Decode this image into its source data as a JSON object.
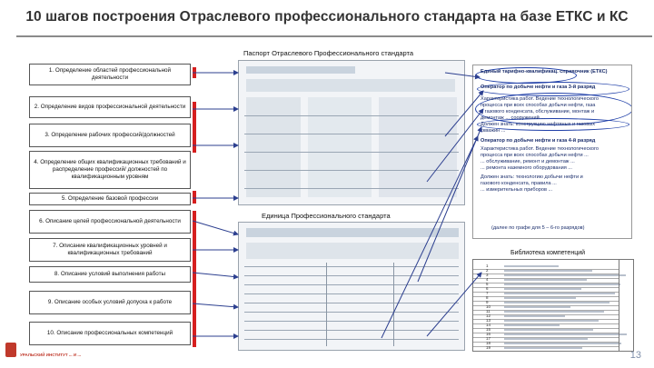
{
  "title": "10 шагов построения Отраслевого профессионального стандарта на базе ЕТКС и КС",
  "passport_label": "Паспорт Отраслевого Профессионального стандарта",
  "unit_label": "Единица Профессионального стандарта",
  "library_label": "Библиотека компетенций",
  "page_number": "13",
  "steps": [
    "1. Определение областей профессиональной деятельности",
    "2. Определение видов профессиональной деятельности",
    "3. Определение рабочих профессий/должностей",
    "4. Определение общих квалификационных требований и распределение профессий/ должностей по квалификационным уровням",
    "5. Определение базовой профессии",
    "6. Описание целей профессиональной деятельности",
    "7. Описание квалификационных уровней и квалификационных требований",
    "8. Описание условий выполнения работы",
    "9. Описание особых условий допуска к работе",
    "10. Описание профессиональных компетенций"
  ],
  "etks": {
    "header": "Единый тарифно-квалификац. справочник (ЕТКС)",
    "lines": [
      "Оператор по добыче нефти и газа 3-й разряд",
      "Характеристика работ. Ведение технологического",
      "процесса при всех способах добычи нефти, газа",
      "и газового конденсата, обслуживание, монтаж и",
      "демонтаж ... сооружений ...",
      "Должен знать: конструкцию нефтяных и газовых",
      "скважин ...",
      "Оператор по добыче нефти и газа 4-й разряд",
      "Характеристика работ. Ведение технологического",
      "процесса при всех способах добычи нефти ...",
      "... обслуживание, ремонт и демонтаж ...",
      "... ремонта наземного оборудования ...",
      "Должен знать: технологию добычи нефти и",
      "газового конденсата, правила ...",
      "... измерительных приборов ...",
      "(далее по графе для 5 – 6-го разрядов)"
    ]
  },
  "logo_text": "УРАЛЬСКИЙ ИНСТИТУТ ... И ...",
  "library": {
    "rows": [
      "1",
      "2",
      "3",
      "4",
      "5",
      "6",
      "7",
      "8",
      "9",
      "10",
      "11",
      "12",
      "13",
      "14",
      "15",
      "16",
      "17",
      "18",
      "19"
    ],
    "side_label_1": "",
    "side_label_2": ""
  }
}
